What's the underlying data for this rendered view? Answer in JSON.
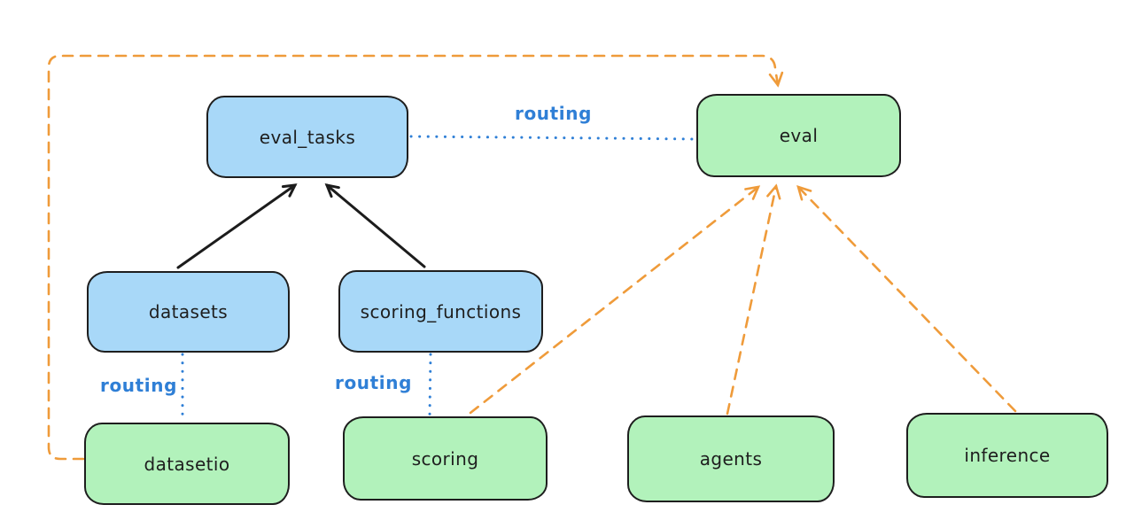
{
  "colors": {
    "canvas_bg": "#ffffff",
    "node_stroke": "#1e1e1e",
    "blue_node_fill": "#a8d8f8",
    "green_node_fill": "#b2f2bb",
    "routing_blue": "#2f7fd6",
    "orange_dashed": "#ef9b3a",
    "black_arrow": "#1c1c1c"
  },
  "diagram": {
    "nodes": [
      {
        "id": "eval_tasks",
        "label": "eval_tasks",
        "color": "blue"
      },
      {
        "id": "eval",
        "label": "eval",
        "color": "green"
      },
      {
        "id": "datasets",
        "label": "datasets",
        "color": "blue"
      },
      {
        "id": "scoring_functions",
        "label": "scoring_functions",
        "color": "blue"
      },
      {
        "id": "datasetio",
        "label": "datasetio",
        "color": "green"
      },
      {
        "id": "scoring",
        "label": "scoring",
        "color": "green"
      },
      {
        "id": "agents",
        "label": "agents",
        "color": "green"
      },
      {
        "id": "inference",
        "label": "inference",
        "color": "green"
      }
    ],
    "edges": [
      {
        "from": "datasets",
        "to": "eval_tasks",
        "style": "solid",
        "color": "black"
      },
      {
        "from": "scoring_functions",
        "to": "eval_tasks",
        "style": "solid",
        "color": "black"
      },
      {
        "from": "eval_tasks",
        "to": "eval",
        "style": "dotted",
        "color": "blue",
        "label": "routing"
      },
      {
        "from": "datasets",
        "to": "datasetio",
        "style": "dotted",
        "color": "blue",
        "label": "routing"
      },
      {
        "from": "scoring_functions",
        "to": "scoring",
        "style": "dotted",
        "color": "blue",
        "label": "routing"
      },
      {
        "from": "datasetio",
        "to": "eval",
        "style": "dashed",
        "color": "orange"
      },
      {
        "from": "scoring",
        "to": "eval",
        "style": "dashed",
        "color": "orange"
      },
      {
        "from": "agents",
        "to": "eval",
        "style": "dashed",
        "color": "orange"
      },
      {
        "from": "inference",
        "to": "eval",
        "style": "dashed",
        "color": "orange"
      }
    ]
  }
}
